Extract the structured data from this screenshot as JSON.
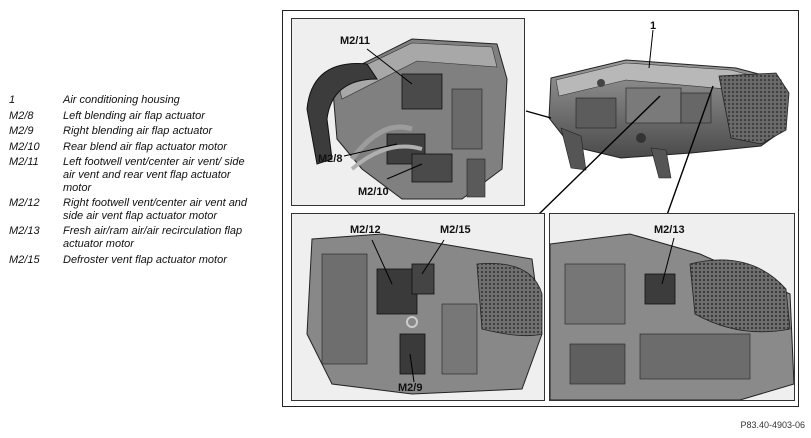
{
  "legend": [
    {
      "code": "1",
      "desc": "Air conditioning housing"
    },
    {
      "code": "M2/8",
      "desc": "Left blending air flap actuator"
    },
    {
      "code": "M2/9",
      "desc": "Right blending air flap actuator"
    },
    {
      "code": "M2/10",
      "desc": "Rear blend air flap actuator motor"
    },
    {
      "code": "M2/11",
      "desc": "Left footwell vent/center air vent/ side air vent and rear vent flap actuator motor"
    },
    {
      "code": "M2/12",
      "desc": "Right footwell vent/center air vent and side air vent flap actuator motor"
    },
    {
      "code": "M2/13",
      "desc": "Fresh air/ram air/air recirculation flap actuator motor"
    },
    {
      "code": "M2/15",
      "desc": "Defroster vent flap actuator motor"
    }
  ],
  "callouts": {
    "c1": "1",
    "m2_11": "M2/11",
    "m2_8": "M2/8",
    "m2_10": "M2/10",
    "m2_12": "M2/12",
    "m2_15": "M2/15",
    "m2_9": "M2/9",
    "m2_13": "M2/13"
  },
  "reference_code": "P83.40-4903-06"
}
